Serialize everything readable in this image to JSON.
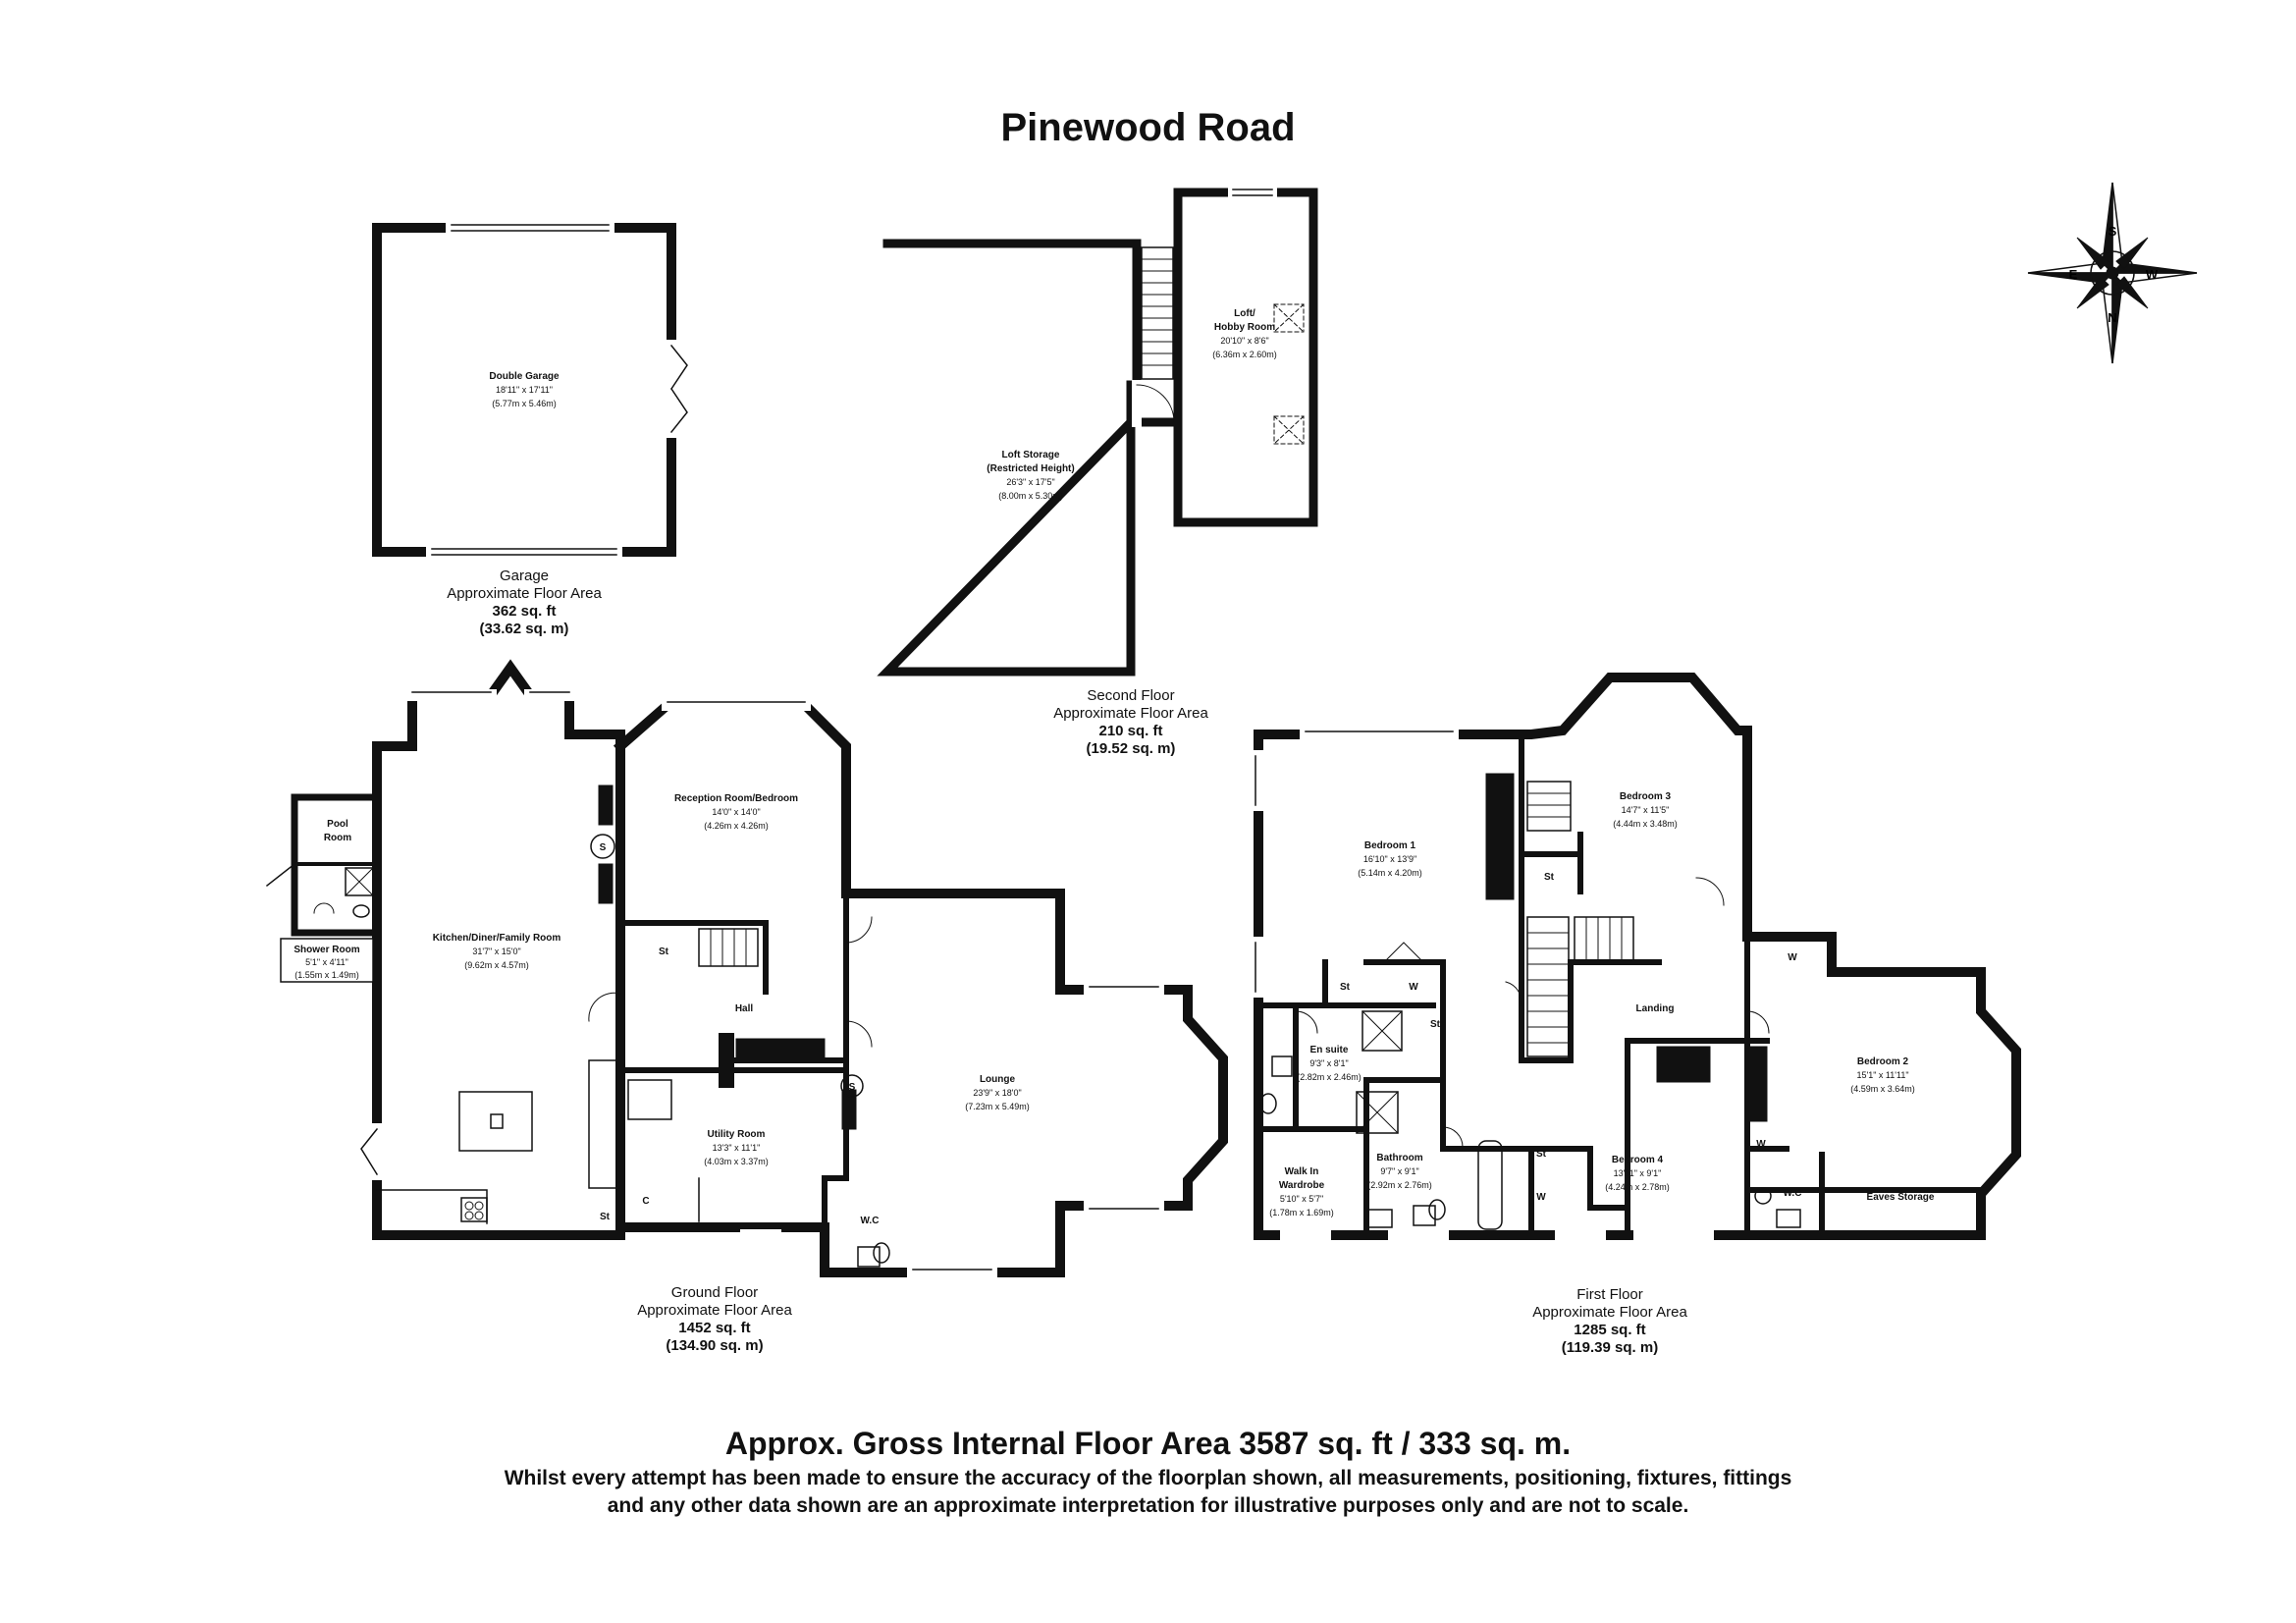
{
  "title": "Pinewood Road",
  "compass": {
    "labels": {
      "top": "S",
      "left": "E",
      "right": "W",
      "bottom": "N"
    }
  },
  "rooms": {
    "double_garage": {
      "name": "Double Garage",
      "dims": "18'11\" x 17'11\"",
      "metric": "(5.77m x 5.46m)"
    },
    "loft_storage": {
      "name": "Loft Storage",
      "name2": "(Restricted Height)",
      "dims": "26'3\" x 17'5\"",
      "metric": "(8.00m x 5.30m)"
    },
    "loft_hobby": {
      "name": "Loft/",
      "name2": "Hobby Room",
      "dims": "20'10\" x 8'6\"",
      "metric": "(6.36m x 2.60m)"
    },
    "pool_room": {
      "name": "Pool",
      "name2": "Room"
    },
    "shower_room": {
      "name": "Shower Room",
      "dims": "5'1\" x 4'11\"",
      "metric": "(1.55m x 1.49m)"
    },
    "kitchen": {
      "name": "Kitchen/Diner/Family Room",
      "dims": "31'7\" x 15'0\"",
      "metric": "(9.62m x 4.57m)"
    },
    "reception": {
      "name": "Reception Room/Bedroom",
      "dims": "14'0\" x 14'0\"",
      "metric": "(4.26m x 4.26m)"
    },
    "hall": {
      "name": "Hall"
    },
    "utility": {
      "name": "Utility Room",
      "dims": "13'3\" x 11'1\"",
      "metric": "(4.03m x 3.37m)"
    },
    "lounge": {
      "name": "Lounge",
      "dims": "23'9\" x 18'0\"",
      "metric": "(7.23m x 5.49m)"
    },
    "wc_ground": {
      "name": "W.C"
    },
    "bedroom1": {
      "name": "Bedroom 1",
      "dims": "16'10\" x 13'9\"",
      "metric": "(5.14m x 4.20m)"
    },
    "bedroom3": {
      "name": "Bedroom 3",
      "dims": "14'7\" x 11'5\"",
      "metric": "(4.44m x 3.48m)"
    },
    "ensuite": {
      "name": "En suite",
      "dims": "9'3\" x 8'1\"",
      "metric": "(2.82m x 2.46m)"
    },
    "landing": {
      "name": "Landing"
    },
    "bedroom2": {
      "name": "Bedroom 2",
      "dims": "15'1\" x 11'11\"",
      "metric": "(4.59m x 3.64m)"
    },
    "walkin": {
      "name": "Walk In",
      "name2": "Wardrobe",
      "dims": "5'10\" x 5'7\"",
      "metric": "(1.78m x 1.69m)"
    },
    "bathroom": {
      "name": "Bathroom",
      "dims": "9'7\" x 9'1\"",
      "metric": "(2.92m x 2.76m)"
    },
    "bedroom4": {
      "name": "Bedroom 4",
      "dims": "13'11\" x 9'1\"",
      "metric": "(4.24m x 2.78m)"
    },
    "wc_first": {
      "name": "W.C"
    },
    "eaves": {
      "name": "Eaves Storage"
    }
  },
  "fixtures": {
    "store": "St",
    "wardrobe": "W",
    "cupboard": "C",
    "cylinder": "S"
  },
  "areas": {
    "garage": {
      "l1": "Garage",
      "l2": "Approximate Floor Area",
      "l3": "362 sq. ft",
      "l4": "(33.62 sq. m)"
    },
    "second": {
      "l1": "Second Floor",
      "l2": "Approximate Floor Area",
      "l3": "210 sq. ft",
      "l4": "(19.52 sq. m)"
    },
    "ground": {
      "l1": "Ground Floor",
      "l2": "Approximate Floor Area",
      "l3": "1452 sq. ft",
      "l4": "(134.90 sq. m)"
    },
    "first": {
      "l1": "First Floor",
      "l2": "Approximate Floor Area",
      "l3": "1285 sq. ft",
      "l4": "(119.39 sq. m)"
    }
  },
  "footer": {
    "gross": "Approx. Gross Internal Floor Area 3587 sq. ft / 333 sq. m.",
    "disclaimer1": "Whilst every attempt has been made to ensure the accuracy of the floorplan shown, all measurements, positioning, fixtures, fittings",
    "disclaimer2": "and any other data shown are an approximate interpretation for illustrative purposes only and are not to scale."
  }
}
